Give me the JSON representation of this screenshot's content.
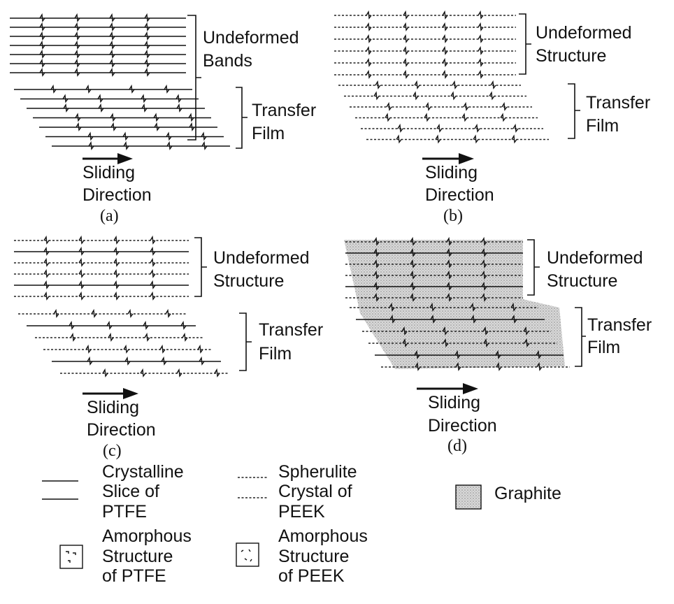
{
  "panels": [
    {
      "id": "a",
      "upper_label": [
        "Undeformed",
        "Bands"
      ],
      "lower_label": [
        "Transfer",
        "Film"
      ],
      "direction_label": [
        "Sliding",
        "Direction"
      ],
      "caption": "(a)"
    },
    {
      "id": "b",
      "upper_label": [
        "Undeformed",
        "Structure"
      ],
      "lower_label": [
        "Transfer",
        "Film"
      ],
      "direction_label": [
        "Sliding",
        "Direction"
      ],
      "caption": "(b)"
    },
    {
      "id": "c",
      "upper_label": [
        "Undeformed",
        "Structure"
      ],
      "lower_label": [
        "Transfer",
        "Film"
      ],
      "direction_label": [
        "Sliding",
        "Direction"
      ],
      "caption": "(c)"
    },
    {
      "id": "d",
      "upper_label": [
        "Undeformed",
        "Structure"
      ],
      "lower_label": [
        "Transfer",
        "Film"
      ],
      "direction_label": [
        "Sliding",
        "Direction"
      ],
      "caption": "(d)"
    }
  ],
  "legend": {
    "crystalline_ptfe": [
      "Crystalline",
      "Slice of",
      "PTFE"
    ],
    "spherulite_peek": [
      "Spherulite",
      "Crystal of",
      "PEEK"
    ],
    "graphite": [
      "Graphite"
    ],
    "amorphous_ptfe": [
      "Amorphous",
      "Structure",
      "of PTFE"
    ],
    "amorphous_peek": [
      "Amorphous",
      "Structure",
      "of PEEK"
    ]
  }
}
